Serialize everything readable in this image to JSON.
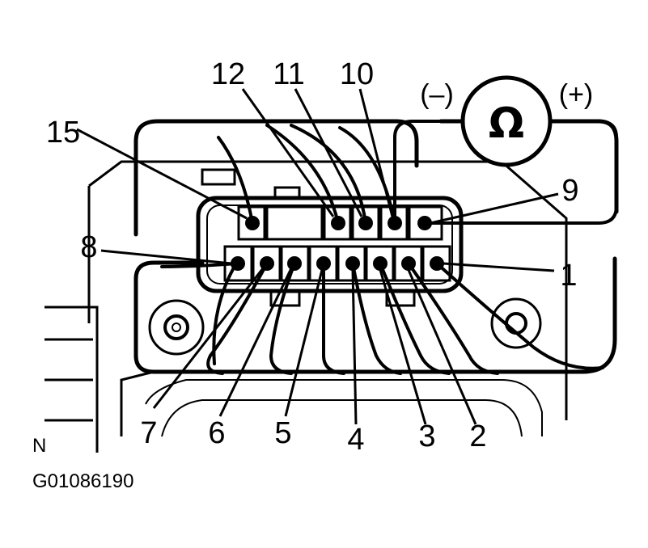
{
  "meter": {
    "symbol": "Ω",
    "negative": "(–)",
    "positive": "(+)"
  },
  "pins": {
    "top": [
      "15",
      "12",
      "11",
      "10",
      "9"
    ],
    "bottom": [
      "8",
      "7",
      "6",
      "5",
      "4",
      "3",
      "2",
      "1"
    ]
  },
  "labels": {
    "p1": "1",
    "p2": "2",
    "p3": "3",
    "p4": "4",
    "p5": "5",
    "p6": "6",
    "p7": "7",
    "p8": "8",
    "p9": "9",
    "p10": "10",
    "p11": "11",
    "p12": "12",
    "p15": "15"
  },
  "corner_marker": "N",
  "figure_code": "G01086190",
  "colors": {
    "ink": "#000000",
    "paper": "#ffffff"
  }
}
